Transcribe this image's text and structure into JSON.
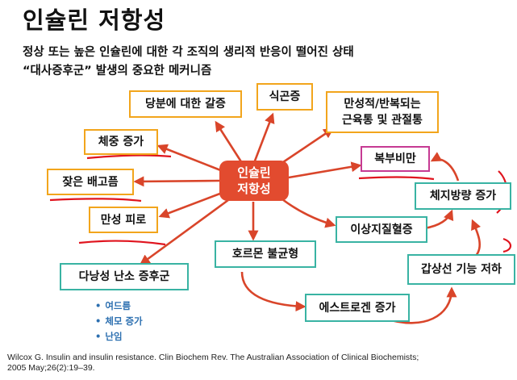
{
  "title": "인슐린 저항성",
  "subtitle_line1": "정상 또는 높은 인슐린에 대한 각 조직의 생리적 반응이 떨어진 상태",
  "subtitle_line2": "“대사증후군” 발생의 중요한 메커니즘",
  "center": {
    "line1": "인슐린",
    "line2": "저항성"
  },
  "nodes": {
    "sugar_craving": "당분에 대한 갈증",
    "binge": "식곤증",
    "muscle_pain_1": "만성적/반복되는",
    "muscle_pain_2": "근육통 및 관절통",
    "weight_gain": "체중 증가",
    "frequent_hunger": "잦은 배고픔",
    "chronic_fatigue": "만성 피로",
    "abdominal_obesity": "복부비만",
    "body_fat_increase": "체지방량 증가",
    "dyslipidemia": "이상지질혈증",
    "hormone_imbalance": "호르몬 불균형",
    "hypothyroidism": "갑상선 기능 저하",
    "pcos": "다낭성 난소 증후군",
    "estrogen_increase": "에스트로겐 증가"
  },
  "pcos_symptoms": [
    "여드름",
    "체모 증가",
    "난임"
  ],
  "citation_line1": "Wilcox G. Insulin and insulin resistance. Clin Biochem Rev. The Australian Association of Clinical Biochemists;",
  "citation_line2": "2005 May;26(2):19–39.",
  "colors": {
    "center": "#e24b2f",
    "orange_border": "#f2a51c",
    "teal_border": "#39b3a3",
    "pink_border": "#c63a93",
    "arrow": "#d9452a",
    "underline": "#e0141e",
    "bullet_text": "#2c6fb0"
  }
}
